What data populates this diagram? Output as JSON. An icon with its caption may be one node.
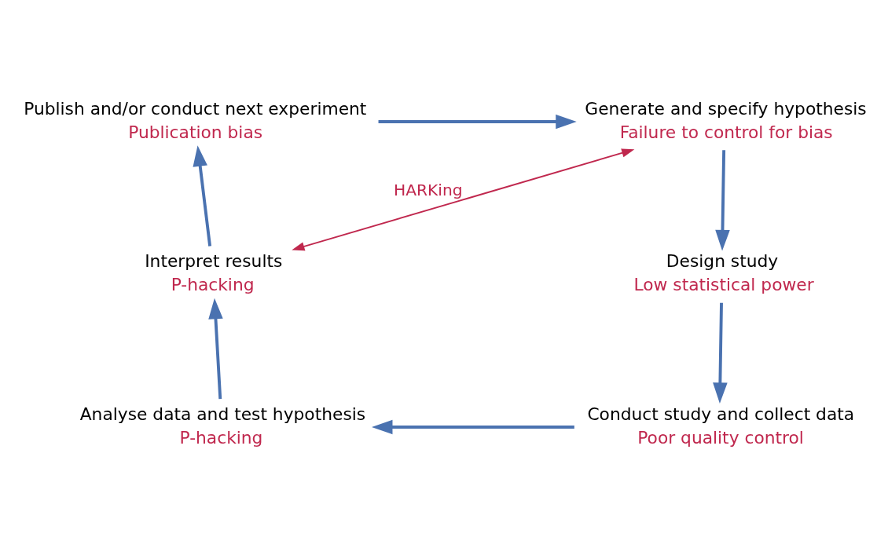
{
  "diagram": {
    "nodes": [
      {
        "text": [
          "Publish and/or conduct next experiment"
        ],
        "beside": [
          "Publication bias"
        ]
      },
      {
        "text": [
          "Generate and specify hypothesis"
        ],
        "beside": [
          "Failure to control for bias"
        ]
      },
      {
        "text": [
          "Interpret results"
        ],
        "beside": [
          "P-hacking"
        ]
      },
      {
        "text": [
          "Design study"
        ],
        "beside": [
          "Low statistical power"
        ]
      },
      {
        "text": [
          "Analyse data and test hypothesis"
        ],
        "beside": [
          "P-hacking"
        ]
      },
      {
        "text": [
          "Conduct study and collect data"
        ],
        "beside": [
          "Poor quality control"
        ]
      }
    ],
    "edges": [
      {
        "from": 0,
        "to": 1,
        "arrow": "to"
      },
      {
        "from": 1,
        "to": 3,
        "arrow": "to"
      },
      {
        "from": 3,
        "to": 5,
        "arrow": "to"
      },
      {
        "from": 5,
        "to": 4,
        "arrow": "to"
      },
      {
        "from": 4,
        "to": 2,
        "arrow": "to"
      },
      {
        "from": 2,
        "to": 0,
        "arrow": "to"
      },
      {
        "from": 2,
        "to": 1,
        "arrow": "both",
        "label": "HARKing",
        "color": "#c0284e"
      }
    ]
  }
}
